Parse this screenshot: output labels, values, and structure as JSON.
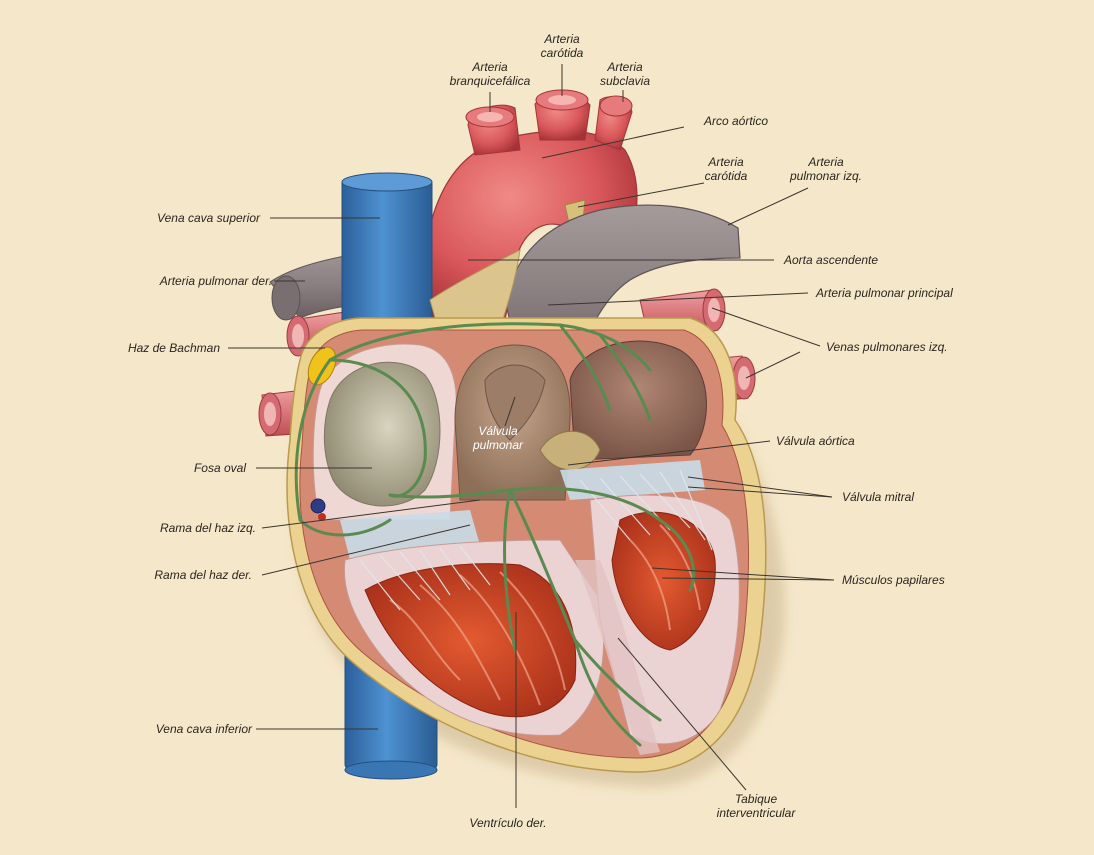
{
  "labels": {
    "arteria_branquiocefalica": "Arteria\nbranquicefálica",
    "arteria_carotida_top": "Arteria\ncarótida",
    "arteria_subclavia": "Arteria\nsubclavia",
    "arco_aortico": "Arco aórtico",
    "arteria_carotida_mid": "Arteria\ncarótida",
    "arteria_pulmonar_izq": "Arteria\npulmonar izq.",
    "vena_cava_superior": "Vena cava superior",
    "arteria_pulmonar_der": "Arteria pulmonar der.",
    "aorta_ascendente": "Aorta ascendente",
    "arteria_pulmonar_principal": "Arteria pulmonar principal",
    "haz_de_bachman": "Haz de Bachman",
    "venas_pulmonares_izq": "Venas pulmonares izq.",
    "valvula_pulmonar": "Válvula\npulmonar",
    "valvula_aortica": "Válvula aórtica",
    "fosa_oval": "Fosa oval",
    "valvula_mitral": "Válvula mitral",
    "rama_haz_izq": "Rama del haz izq.",
    "rama_haz_der": "Rama del haz der.",
    "musculos_papilares": "Músculos papilares",
    "vena_cava_inferior": "Vena cava inferior",
    "tabique_interventricular": "Tabique\ninterventricular",
    "ventriculo_der": "Ventrículo der."
  },
  "colors": {
    "background": "#f5e7c9",
    "aorta": "#d9575a",
    "vena_cava": "#3f7fc0",
    "pulmonary_artery": "#8c8282",
    "conduction": "#5a8a50",
    "fat": "#ecd28a",
    "muscle": "#c0401e",
    "chamber": "#e9cfd0",
    "node": "#f2c21c"
  }
}
